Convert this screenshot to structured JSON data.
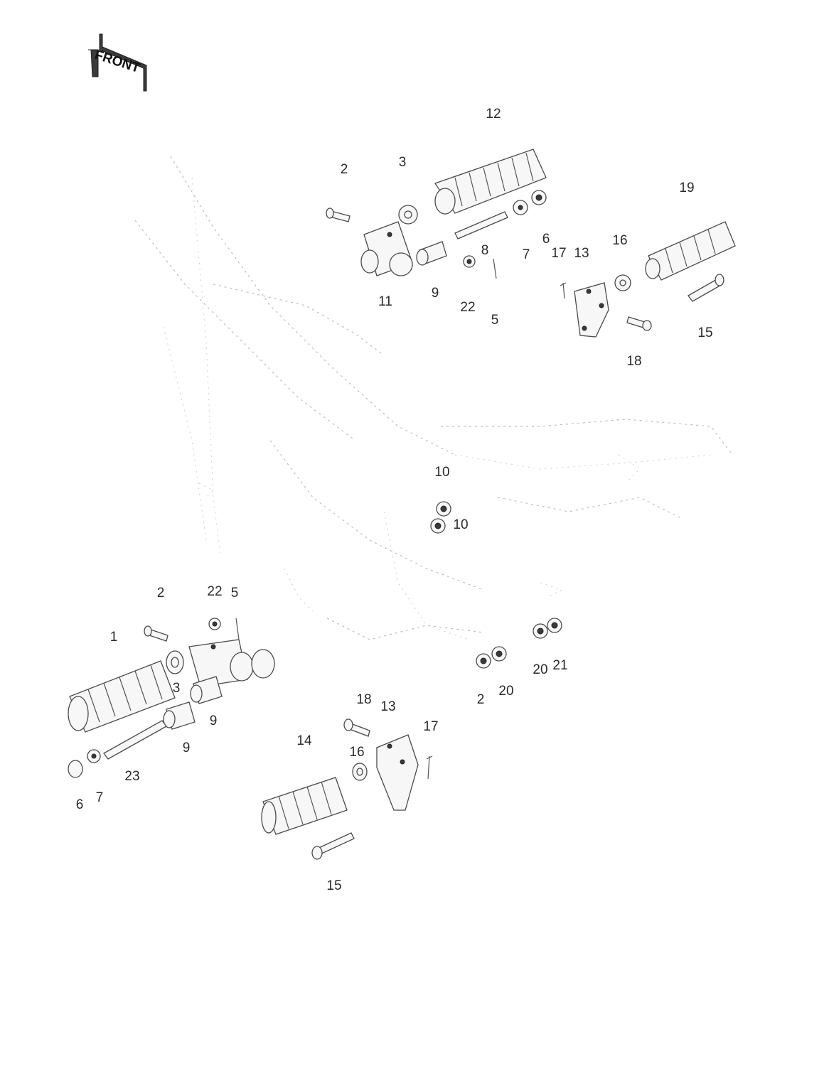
{
  "badge": {
    "text": "FRONT"
  },
  "callouts": [
    "12",
    "2",
    "3",
    "19",
    "6",
    "16",
    "8",
    "17",
    "13",
    "7",
    "11",
    "9",
    "22",
    "5",
    "15",
    "18",
    "10",
    "10",
    "2",
    "22",
    "5",
    "1",
    "3",
    "9",
    "9",
    "23",
    "6",
    "7",
    "20",
    "21",
    "2",
    "20",
    "18",
    "13",
    "17",
    "14",
    "16",
    "15"
  ]
}
